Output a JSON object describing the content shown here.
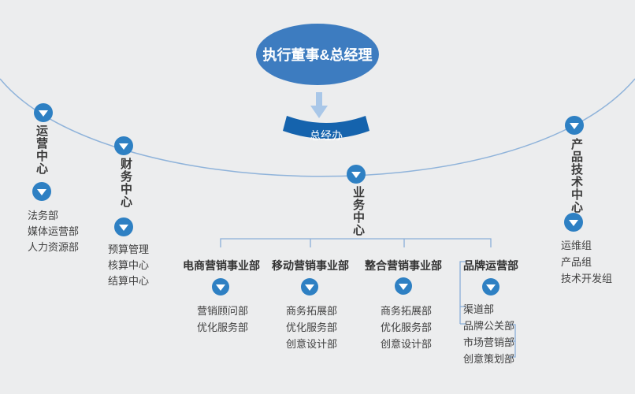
{
  "org": {
    "root": {
      "label": "执行董事&总经理"
    },
    "office": {
      "label": "总经办"
    },
    "centers": [
      {
        "label": "运营中心",
        "departments": [
          "法务部",
          "媒体运营部",
          "人力资源部"
        ]
      },
      {
        "label": "财务中心",
        "departments": [
          "预算管理",
          "核算中心",
          "结算中心"
        ]
      },
      {
        "label": "业务中心",
        "departments": []
      },
      {
        "label": "产品技术中心",
        "departments": [
          "运维组",
          "产品组",
          "技术开发组"
        ]
      }
    ],
    "business_units": [
      {
        "label": "电商营销事业部",
        "departments": [
          "营销顾问部",
          "优化服务部"
        ]
      },
      {
        "label": "移动营销事业部",
        "departments": [
          "商务拓展部",
          "优化服务部",
          "创意设计部"
        ]
      },
      {
        "label": "整合营销事业部",
        "departments": [
          "商务拓展部",
          "优化服务部",
          "创意设计部"
        ]
      },
      {
        "label": "品牌运营部",
        "departments": [
          "渠道部",
          "品牌公关部",
          "市场营销部",
          "创意策划部"
        ]
      }
    ]
  },
  "colors": {
    "background": "#ecedee",
    "root_ellipse": "#3d7cc0",
    "office_banner": "#1563ad",
    "node_circle": "#2e80c3",
    "connector_line": "#8fb3da",
    "arrow": "#a9c7e8",
    "text": "#3a3a3a"
  },
  "icons": {
    "node_marker": "down-triangle",
    "flow_arrow": "down-arrow"
  }
}
